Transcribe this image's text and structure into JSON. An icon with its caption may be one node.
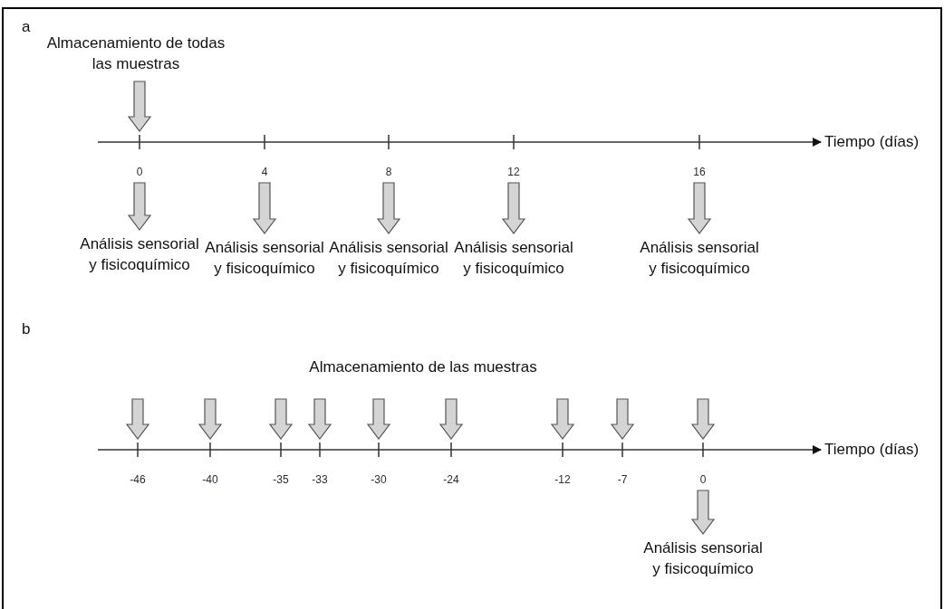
{
  "diagram": {
    "nodes": [
      {
        "text": [
          "Almacenamiento de todas las muestras"
        ]
      },
      {
        "text": [
          "0"
        ]
      },
      {
        "text": [
          "4"
        ]
      },
      {
        "text": [
          "8"
        ]
      },
      {
        "text": [
          "12"
        ]
      },
      {
        "text": [
          "16"
        ]
      },
      {
        "text": [
          "Análisis sensorial y fisicoquímico"
        ]
      },
      {
        "text": [
          "Análisis sensorial y fisicoquímico"
        ]
      },
      {
        "text": [
          "Análisis sensorial y fisicoquímico"
        ]
      },
      {
        "text": [
          "Análisis sensorial y fisicoquímico"
        ]
      },
      {
        "text": [
          "Análisis sensorial y fisicoquímico"
        ]
      },
      {
        "text": [
          "Almacenamiento de las muestras"
        ]
      },
      {
        "text": [
          "-46"
        ]
      },
      {
        "text": [
          "-40"
        ]
      },
      {
        "text": [
          "-35"
        ]
      },
      {
        "text": [
          "-33"
        ]
      },
      {
        "text": [
          "-30"
        ]
      },
      {
        "text": [
          "-24"
        ]
      },
      {
        "text": [
          "-12"
        ]
      },
      {
        "text": [
          "-7"
        ]
      },
      {
        "text": [
          "0"
        ]
      },
      {
        "text": [
          "Análisis sensorial y fisicoquímico"
        ]
      }
    ],
    "edges": [
      {
        "from": 0,
        "to": 1,
        "arrow": "to"
      },
      {
        "from": 1,
        "to": 6,
        "arrow": "to"
      },
      {
        "from": 2,
        "to": 7,
        "arrow": "to"
      },
      {
        "from": 3,
        "to": 8,
        "arrow": "to"
      },
      {
        "from": 4,
        "to": 9,
        "arrow": "to"
      },
      {
        "from": 5,
        "to": 10,
        "arrow": "to"
      },
      {
        "from": null,
        "to": 12,
        "arrow": "to"
      },
      {
        "from": null,
        "to": 13,
        "arrow": "to"
      },
      {
        "from": null,
        "to": 14,
        "arrow": "to"
      },
      {
        "from": null,
        "to": 15,
        "arrow": "to"
      },
      {
        "from": null,
        "to": 16,
        "arrow": "to"
      },
      {
        "from": null,
        "to": 17,
        "arrow": "to"
      },
      {
        "from": null,
        "to": 18,
        "arrow": "to"
      },
      {
        "from": null,
        "to": 19,
        "arrow": "to"
      },
      {
        "from": null,
        "to": 20,
        "arrow": "to"
      },
      {
        "from": 20,
        "to": 21,
        "arrow": "to"
      }
    ],
    "labels": [
      "a",
      "Tiempo (días)",
      "b",
      "Tiempo (días)"
    ]
  }
}
